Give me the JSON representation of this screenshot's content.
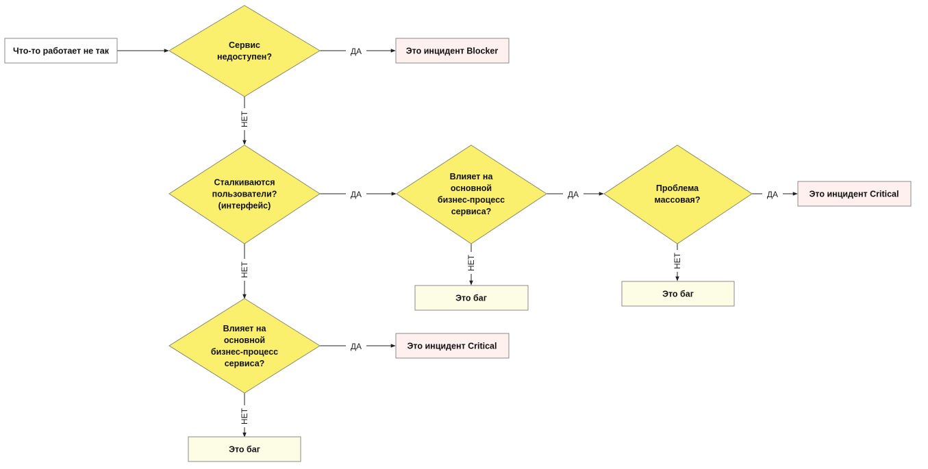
{
  "colors": {
    "decision_fill": "#fbef6e",
    "decision_stroke": "#8a8a6a",
    "start_fill": "#ffffff",
    "incident_fill": "#fdf0ef",
    "bug_fill": "#fdfde6",
    "box_stroke": "#8a8a8a",
    "edge": "#222222"
  },
  "nodes": {
    "start": {
      "label": [
        "Что-то работает не так"
      ]
    },
    "d1": {
      "label": [
        "Сервис",
        "недоступен?"
      ]
    },
    "d2": {
      "label": [
        "Сталкиваются",
        "пользователи?",
        "(интерфейс)"
      ]
    },
    "d3": {
      "label": [
        "Влияет на",
        "основной",
        "бизнес-процесс",
        "сервиса?"
      ]
    },
    "d4": {
      "label": [
        "Проблема",
        "массовая?"
      ]
    },
    "d5": {
      "label": [
        "Влияет на",
        "основной",
        "бизнес-процесс",
        "сервиса?"
      ]
    },
    "blocker": {
      "label": [
        "Это инцидент Blocker"
      ]
    },
    "critical1": {
      "label": [
        "Это инцидент Critical"
      ]
    },
    "critical2": {
      "label": [
        "Это инцидент Critical"
      ]
    },
    "bug1": {
      "label": [
        "Это баг"
      ]
    },
    "bug2": {
      "label": [
        "Это баг"
      ]
    },
    "bug3": {
      "label": [
        "Это баг"
      ]
    }
  },
  "edge_labels": {
    "yes": "ДА",
    "no": "НЕТ"
  }
}
